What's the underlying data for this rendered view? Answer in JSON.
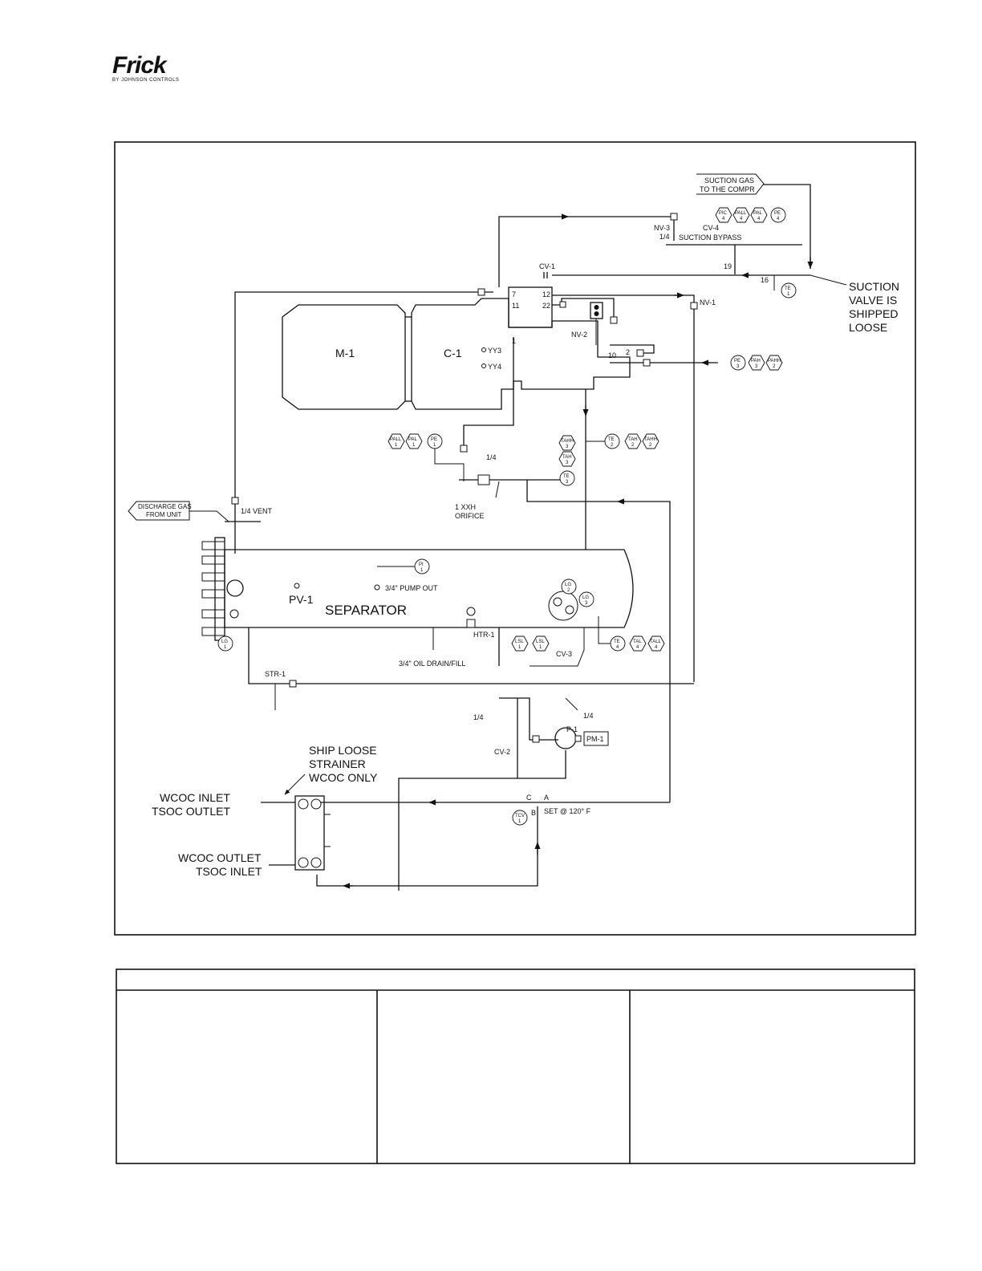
{
  "header": {
    "brand": "Frick",
    "brand_sub": "BY JOHNSON CONTROLS"
  },
  "labels": {
    "suction_gas": [
      "SUCTION GAS",
      "TO THE COMPR"
    ],
    "suction_valve": [
      "SUCTION",
      "VALVE IS",
      "SHIPPED",
      "LOOSE"
    ],
    "discharge_gas": [
      "DISCHARGE GAS",
      "FROM UNIT"
    ],
    "m1": "M-1",
    "c1": "C-1",
    "yy3": "YY3",
    "yy4": "YY4",
    "pv1": "PV-1",
    "separator": "SEPARATOR",
    "pump_out": "3/4\" PUMP OUT",
    "oil_drain": "3/4\" OIL DRAIN/FILL",
    "vent": "1/4 VENT",
    "orifice": [
      "1 XXH",
      "ORIFICE"
    ],
    "suction_bypass": "SUCTION BYPASS",
    "ship_loose": [
      "SHIP LOOSE",
      "STRAINER",
      "WCOC ONLY"
    ],
    "wcoc_inlet": [
      "WCOC INLET",
      "TSOC OUTLET"
    ],
    "wcoc_outlet": [
      "WCOC OUTLET",
      "TSOC INLET"
    ],
    "set_temp": "SET @ 120° F",
    "nv3": "NV-3",
    "nv3_size": "1/4",
    "cv4": "CV-4",
    "cv1": "CV-1",
    "nv1": "NV-1",
    "nv2": "NV-2",
    "cv2": "CV-2",
    "cv3": "CV-3",
    "str1": "STR-1",
    "htr1": "HTR-1",
    "p1": "P-1",
    "pm1": "PM-1",
    "quarter": "1/4",
    "quarter_b": "1/4",
    "quarter_c": "1/4",
    "port_7": "7",
    "port_11": "11",
    "port_12": "12",
    "port_22": "22",
    "port_19": "19",
    "port_16": "16",
    "port_10": "10",
    "port_2": "2",
    "port_1": "1",
    "valve_a": "A",
    "valve_b": "B",
    "valve_c": "C"
  },
  "instruments": {
    "pic4": [
      "PIC",
      "4"
    ],
    "pall4": [
      "PALL",
      "4"
    ],
    "pal4": [
      "PAL",
      "4"
    ],
    "pe4": [
      "PE",
      "4"
    ],
    "te1": [
      "TE",
      "1"
    ],
    "pe3": [
      "PE",
      "3"
    ],
    "pah3": [
      "PAH",
      "3"
    ],
    "pahh2": [
      "PAHH",
      "2"
    ],
    "pall1": [
      "PALL",
      "1"
    ],
    "pal1": [
      "PAL",
      "1"
    ],
    "pe1": [
      "PE",
      "1"
    ],
    "tahh3a": [
      "TAHH",
      "3"
    ],
    "tah3": [
      "TAH",
      "3"
    ],
    "te3": [
      "TE",
      "3"
    ],
    "te2": [
      "TE",
      "2"
    ],
    "tah2": [
      "TAH",
      "2"
    ],
    "tahh2": [
      "TAHH",
      "2"
    ],
    "pi1": [
      "PI",
      "1"
    ],
    "lg2": [
      "LG",
      "2"
    ],
    "lg3": [
      "LG",
      "3"
    ],
    "lg1": [
      "LG",
      "1"
    ],
    "lsl1a": [
      "LSL",
      "1"
    ],
    "lsl1b": [
      "LSL",
      "1"
    ],
    "te4": [
      "TE",
      "4"
    ],
    "tal4": [
      "TAL",
      "4"
    ],
    "tall4": [
      "TALL",
      "4"
    ],
    "tcv1": [
      "TCV",
      "1"
    ]
  },
  "legend": {
    "header": "",
    "col1": "",
    "col2": "",
    "col3": ""
  }
}
